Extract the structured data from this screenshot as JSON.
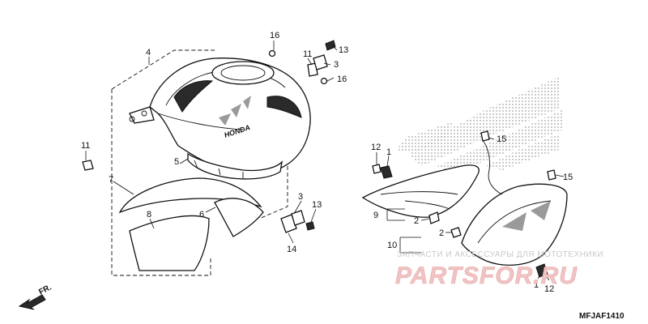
{
  "callouts": [
    {
      "id": "c-4",
      "text": "4"
    },
    {
      "id": "c-16a",
      "text": "16"
    },
    {
      "id": "c-13a",
      "text": "13"
    },
    {
      "id": "c-11a",
      "text": "11"
    },
    {
      "id": "c-3a",
      "text": "3"
    },
    {
      "id": "c-16b",
      "text": "16"
    },
    {
      "id": "c-11b",
      "text": "11"
    },
    {
      "id": "c-5",
      "text": "5"
    },
    {
      "id": "c-7",
      "text": "7"
    },
    {
      "id": "c-8",
      "text": "8"
    },
    {
      "id": "c-6",
      "text": "6"
    },
    {
      "id": "c-3b",
      "text": "3"
    },
    {
      "id": "c-13b",
      "text": "13"
    },
    {
      "id": "c-14",
      "text": "14"
    },
    {
      "id": "c-12a",
      "text": "12"
    },
    {
      "id": "c-1a",
      "text": "1"
    },
    {
      "id": "c-15a",
      "text": "15"
    },
    {
      "id": "c-15b",
      "text": "15"
    },
    {
      "id": "c-9",
      "text": "9"
    },
    {
      "id": "c-2a",
      "text": "2"
    },
    {
      "id": "c-2b",
      "text": "2"
    },
    {
      "id": "c-10",
      "text": "10"
    },
    {
      "id": "c-1b",
      "text": "1"
    },
    {
      "id": "c-12b",
      "text": "12"
    }
  ],
  "tank_logo": "HONDA",
  "front_label": "FR.",
  "watermark": {
    "tagline": "ЗАПЧАСТИ И АКСЕССУАРЫ ДЛЯ МОТОТЕХНИКИ",
    "brand": "PARTSFOR.RU"
  },
  "diagram_code": "MFJAF1410"
}
